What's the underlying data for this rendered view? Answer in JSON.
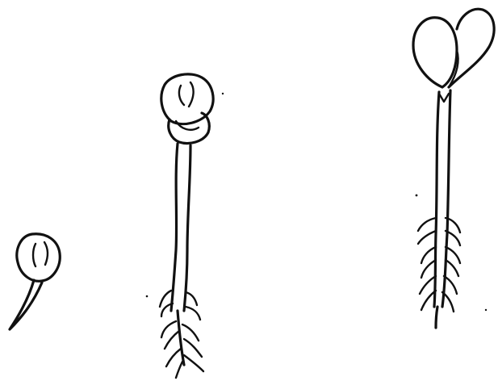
{
  "figure": {
    "background": "#ffffff",
    "ink_color": "#111111",
    "stages": [
      {
        "name": "germinating-seed"
      },
      {
        "name": "young-seedling-closed-cotyledons"
      },
      {
        "name": "seedling-open-cotyledons"
      }
    ]
  }
}
